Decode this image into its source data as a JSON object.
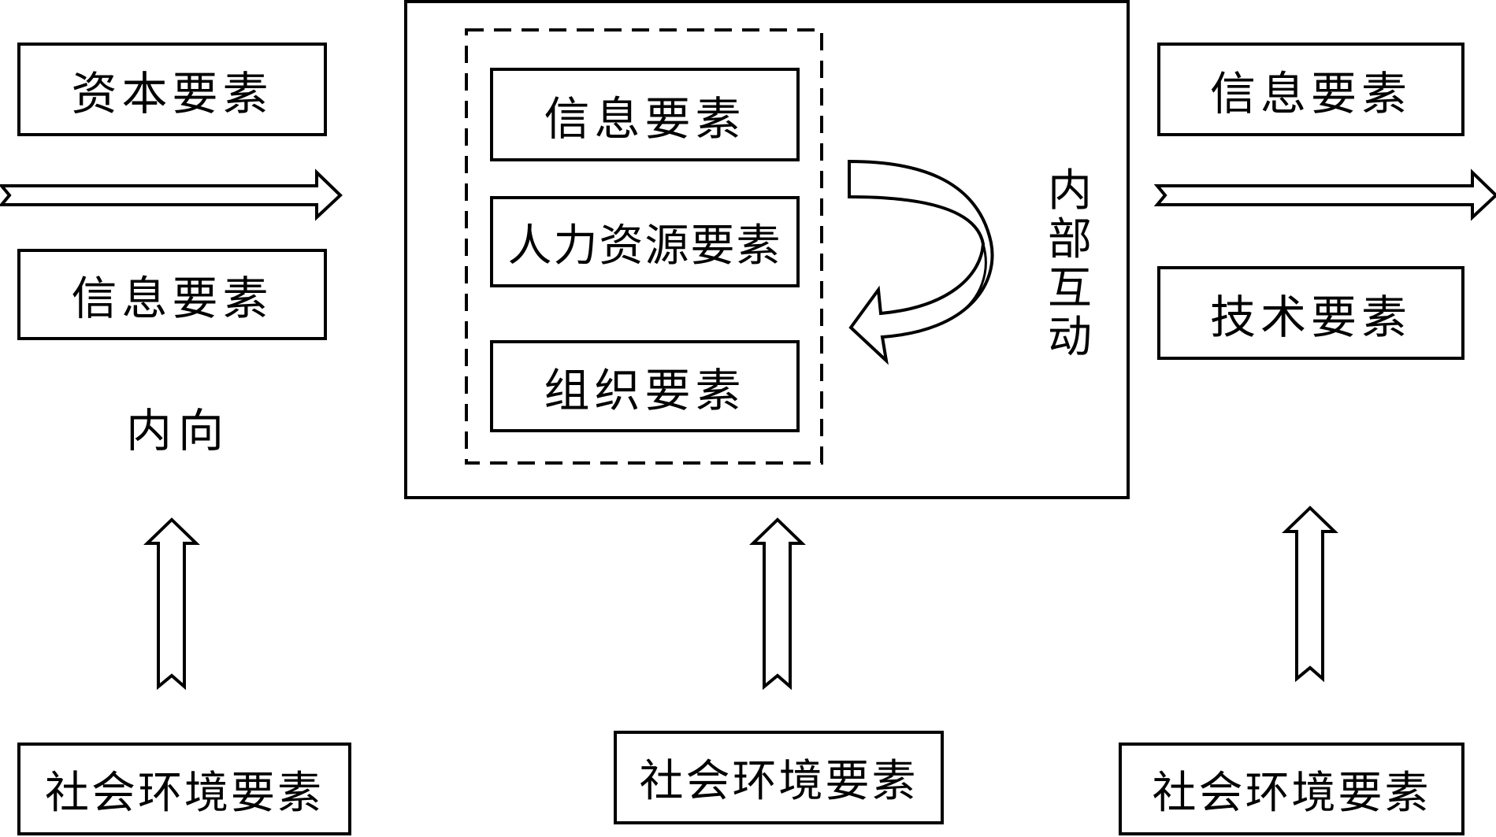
{
  "inputs": {
    "capital": "资本要素",
    "information": "信息要素",
    "direction_label": "内向"
  },
  "core": {
    "information": "信息要素",
    "human_resources": "人力资源要素",
    "organization": "组织要素",
    "interaction_label": [
      "内",
      "部",
      "互",
      "动"
    ]
  },
  "outputs": {
    "information": "信息要素",
    "technology": "技术要素"
  },
  "environment": {
    "left": "社会环境要素",
    "center": "社会环境要素",
    "right": "社会环境要素"
  }
}
